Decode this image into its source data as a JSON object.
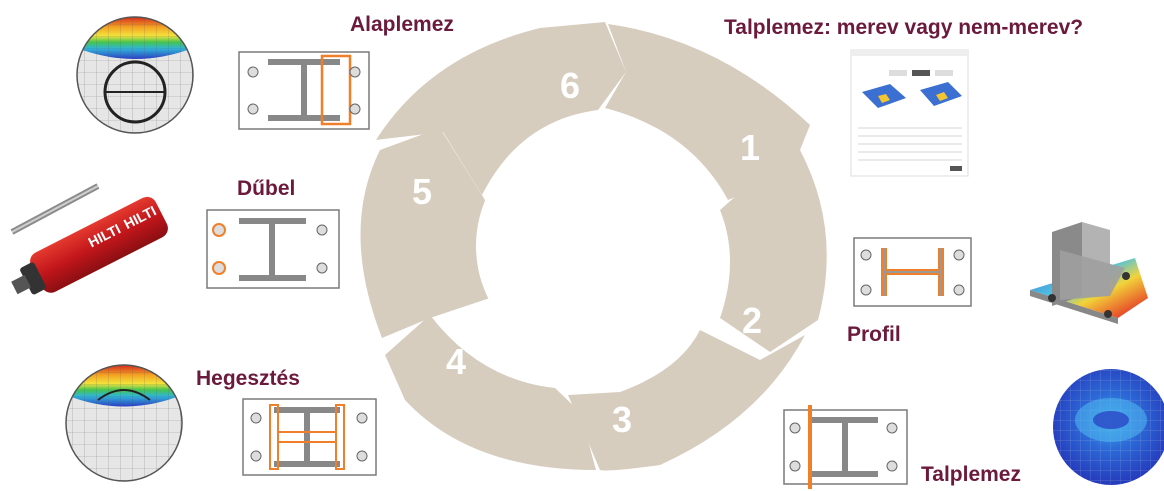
{
  "labels": {
    "alaplemez": "Alaplemez",
    "talplemez_question": "Talplemez: merev vagy nem-merev?",
    "dubel": "Dűbel",
    "profil": "Profil",
    "hegesztes": "Hegesztés",
    "talplemez": "Talplemez"
  },
  "cycle_steps": [
    "1",
    "2",
    "3",
    "4",
    "5",
    "6"
  ],
  "product_text": {
    "brand": "HILTI"
  },
  "colors": {
    "title_text": "#6b1a3c",
    "cycle_fill": "#d7cdbf",
    "step_number": "#ffffff",
    "highlight": "#f07f2a",
    "plate_stroke": "#7a7a7a",
    "anchor_red": "#c2161b",
    "fea_red": "#d52b1e",
    "fea_blue": "#2c3fc4"
  }
}
